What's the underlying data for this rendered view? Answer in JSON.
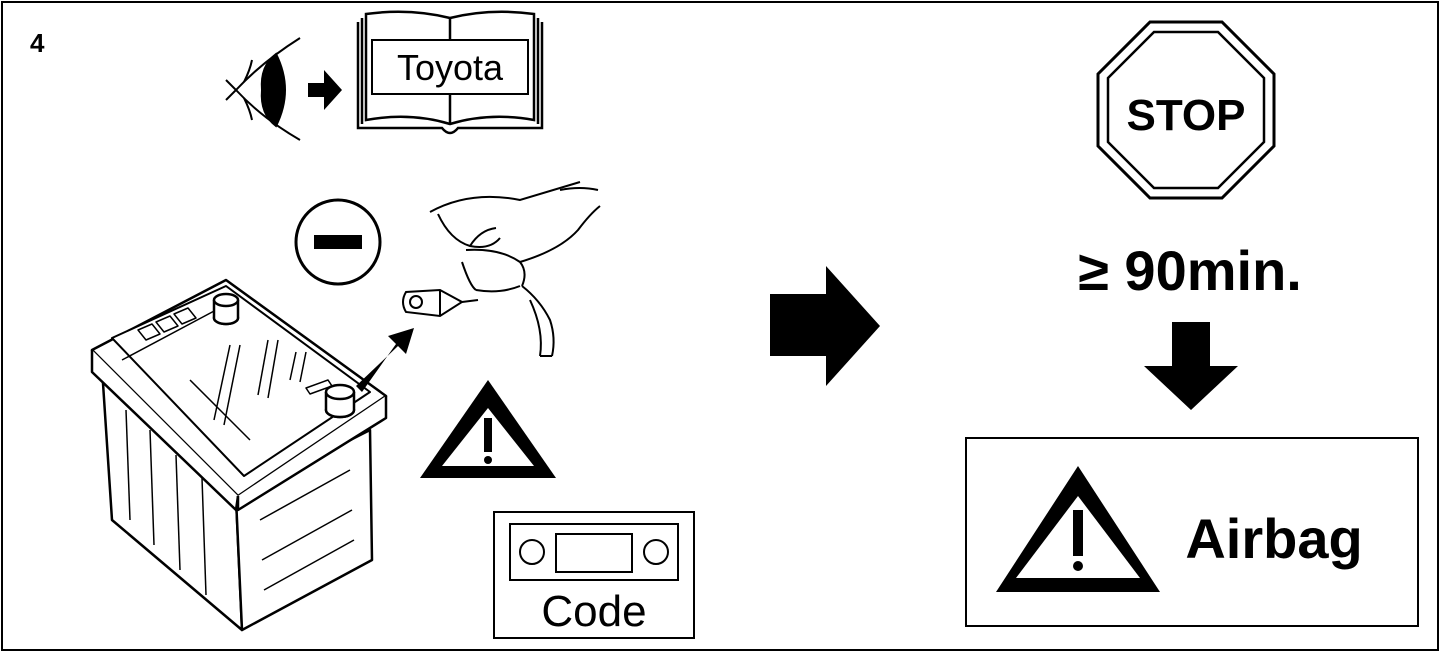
{
  "step_number": "4",
  "manual_book_label": "Toyota",
  "stop_sign_text": "STOP",
  "wait_time_text": "≥ 90min.",
  "warning_box_label": "Airbag",
  "radio_code_label": "Code",
  "icons": [
    "eye-icon",
    "small-right-arrow-icon",
    "open-book-icon",
    "minus-terminal-icon",
    "battery-illustration",
    "hand-with-terminal-icon",
    "up-right-arrow-icon",
    "warning-triangle-icon",
    "radio-code-card-icon",
    "large-right-arrow-icon",
    "stop-sign-icon",
    "down-arrow-icon",
    "airbag-warning-triangle-icon"
  ],
  "colors": {
    "ink": "#000000",
    "paper": "#ffffff"
  }
}
